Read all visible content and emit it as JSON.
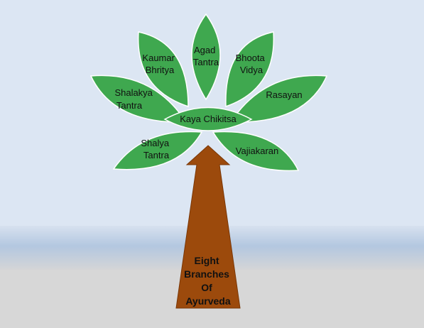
{
  "colors": {
    "sky_top": "#dbe5f3",
    "sky_bottom": "#d8e2f0",
    "band": "#b6c9e1",
    "ground": "#d8d8d8",
    "leaf": "#3fa84f",
    "leaf_stroke": "#ffffff",
    "trunk": "#9c4a0c",
    "trunk_stroke": "#7a3706"
  },
  "diagram": {
    "trunk_label": [
      "Eight",
      "Branches",
      "Of",
      "Ayurveda"
    ],
    "center_leaf": "Kaya Chikitsa",
    "leaves": [
      {
        "id": "agad",
        "lines": [
          "Agad",
          "Tantra"
        ]
      },
      {
        "id": "kaumar",
        "lines": [
          "Kaumar",
          "Bhritya"
        ]
      },
      {
        "id": "bhoota",
        "lines": [
          "Bhoota",
          "Vidya"
        ]
      },
      {
        "id": "shalakya",
        "lines": [
          "Shalakya",
          "Tantra"
        ]
      },
      {
        "id": "rasayan",
        "lines": [
          "Rasayan"
        ]
      },
      {
        "id": "shalya",
        "lines": [
          "Shalya",
          "Tantra"
        ]
      },
      {
        "id": "vajiakaran",
        "lines": [
          "Vajiakaran"
        ]
      }
    ]
  }
}
